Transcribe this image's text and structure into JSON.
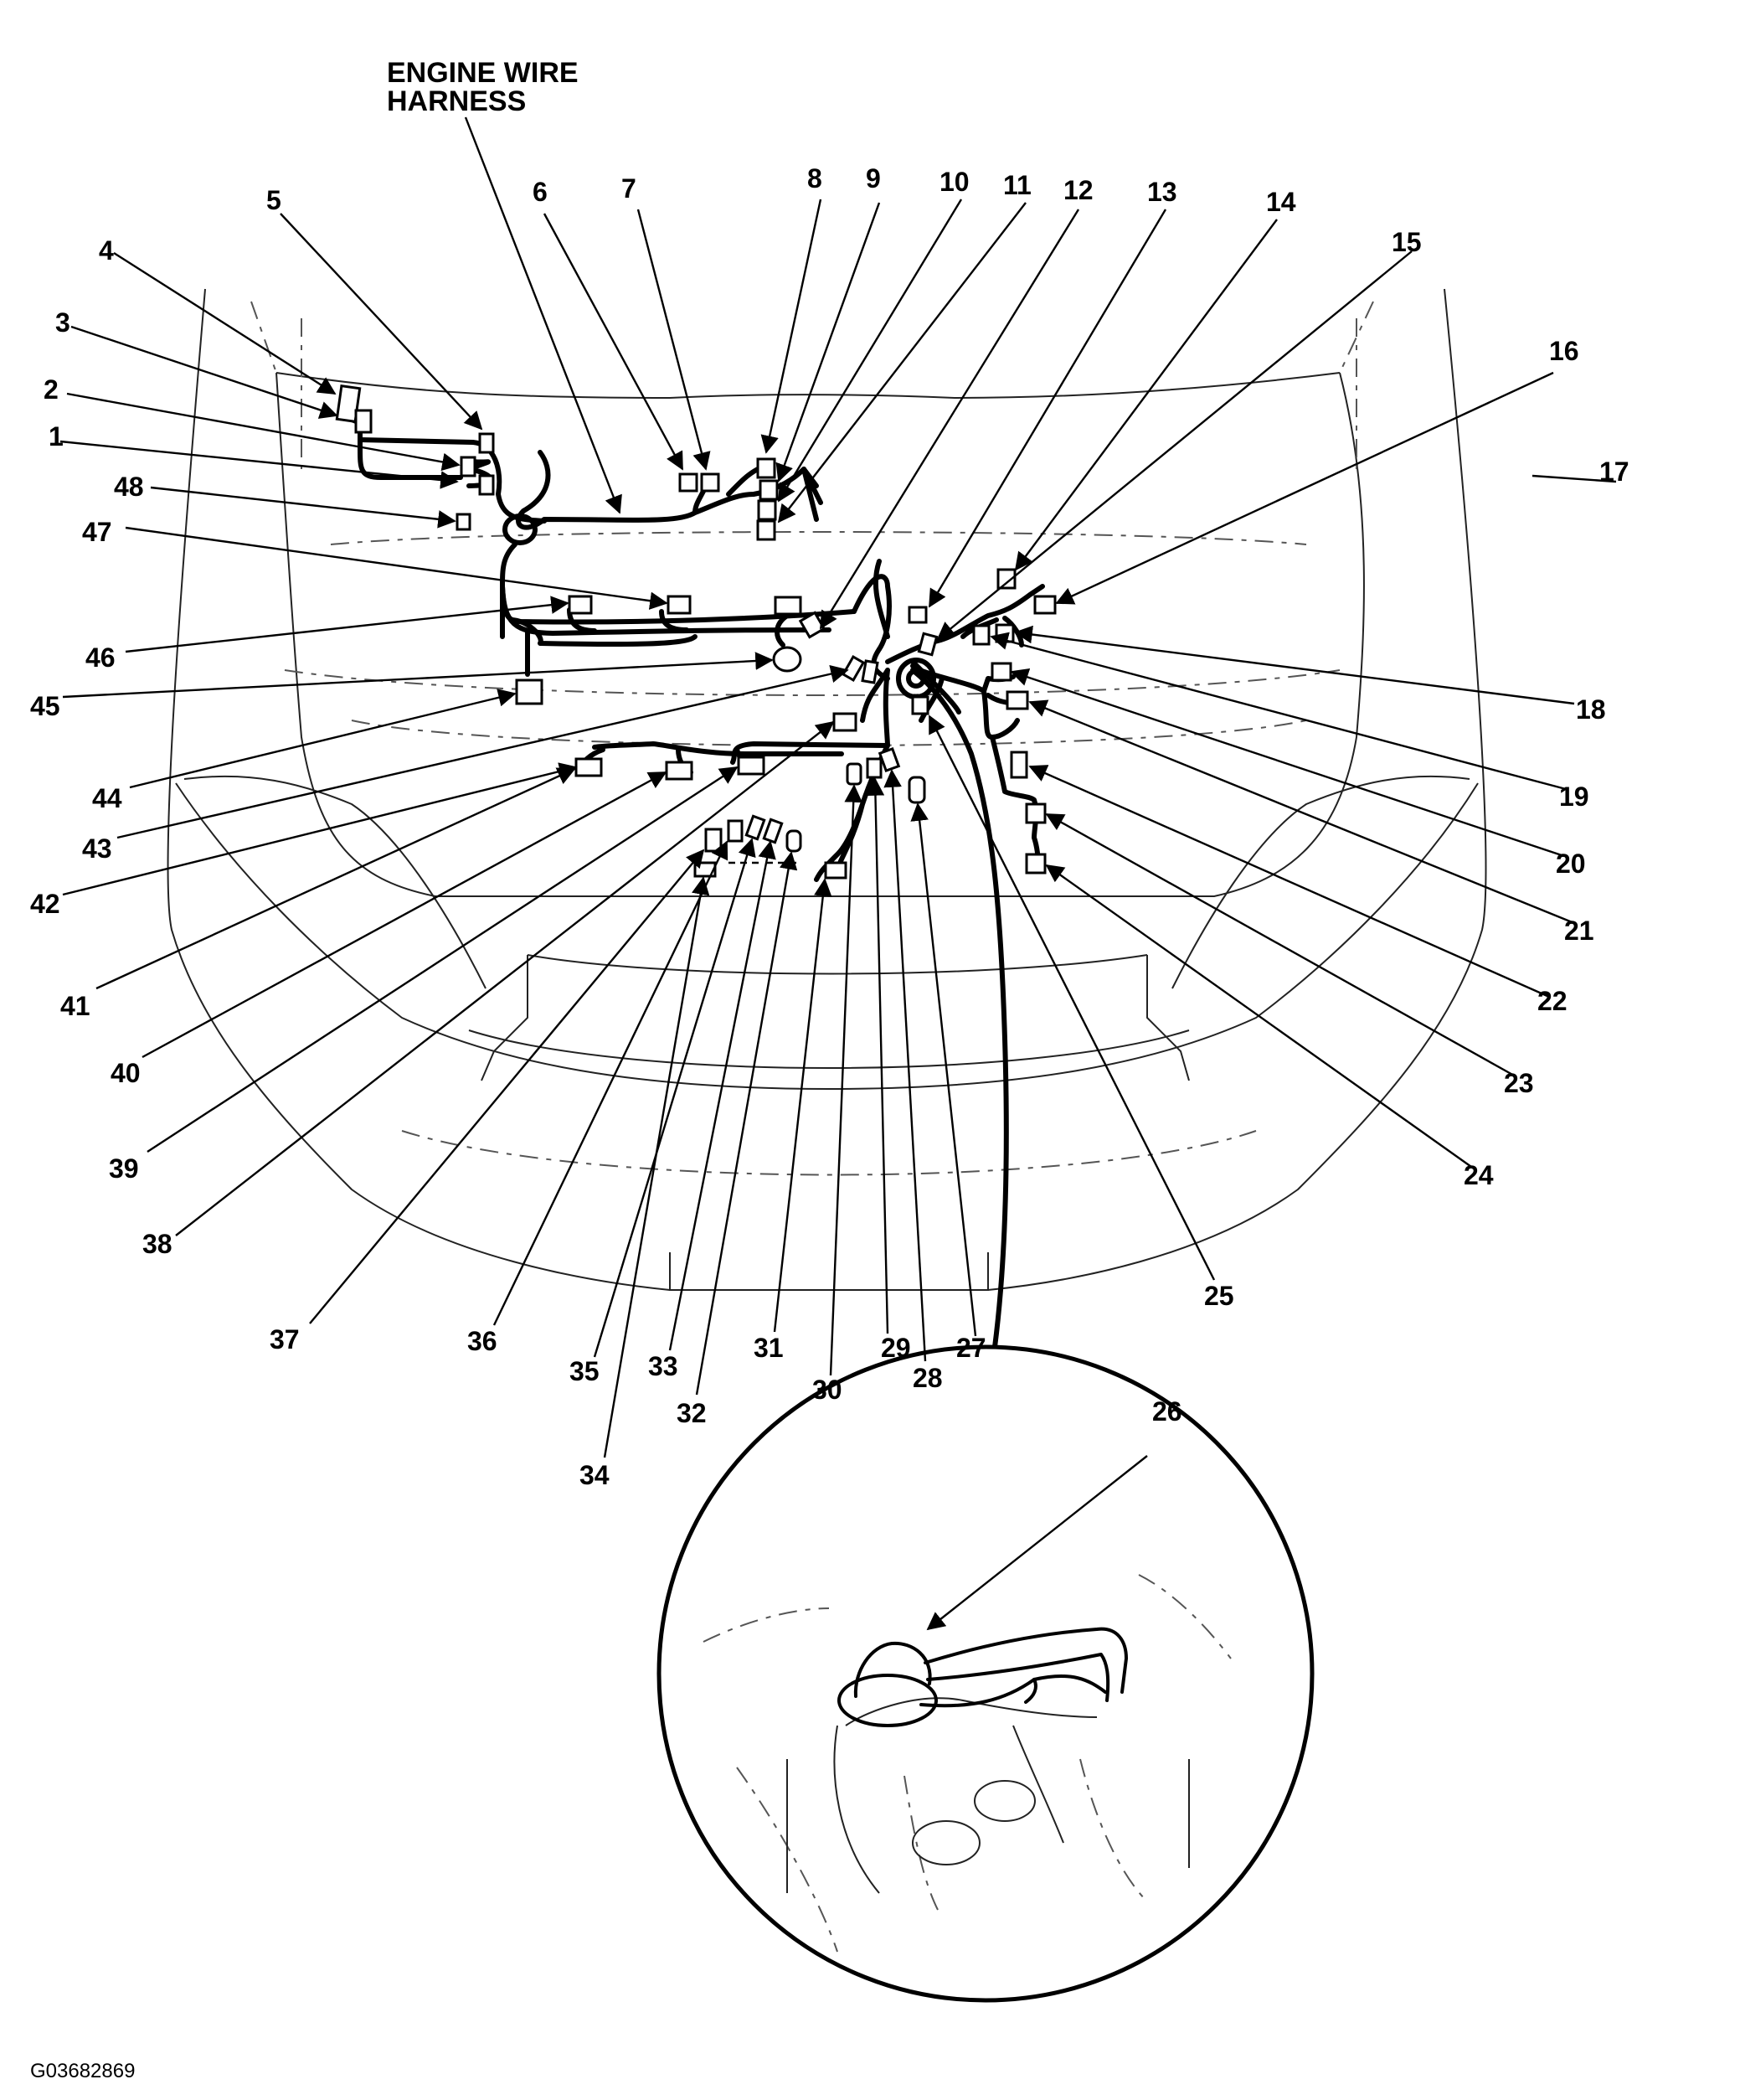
{
  "title": {
    "line1": "ENGINE WIRE",
    "line2": "HARNESS"
  },
  "figure_id": "G03682869",
  "callouts": [
    "1",
    "2",
    "3",
    "4",
    "5",
    "6",
    "7",
    "8",
    "9",
    "10",
    "11",
    "12",
    "13",
    "14",
    "15",
    "16",
    "17",
    "18",
    "19",
    "20",
    "21",
    "22",
    "23",
    "24",
    "25",
    "26",
    "27",
    "28",
    "29",
    "30",
    "31",
    "32",
    "33",
    "34",
    "35",
    "36",
    "37",
    "38",
    "39",
    "40",
    "41",
    "42",
    "43",
    "44",
    "45",
    "46",
    "47",
    "48"
  ]
}
